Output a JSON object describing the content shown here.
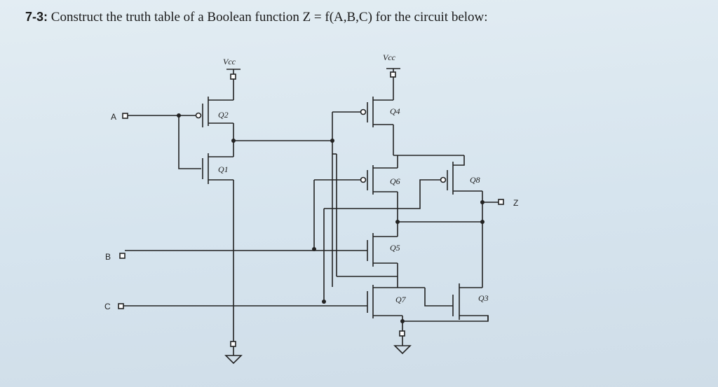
{
  "question": {
    "number": "7-3:",
    "text": "Construct the truth table of a Boolean function Z = f(A,B,C) for the circuit below:"
  },
  "inputs": {
    "a": "A",
    "b": "B",
    "c": "C"
  },
  "output": {
    "z": "Z"
  },
  "supply": {
    "vcc_left": "Vcc",
    "vcc_right": "Vcc"
  },
  "transistors": {
    "q1": "Q1",
    "q2": "Q2",
    "q3": "Q3",
    "q4": "Q4",
    "q5": "Q5",
    "q6": "Q6",
    "q7": "Q7",
    "q8": "Q8"
  }
}
